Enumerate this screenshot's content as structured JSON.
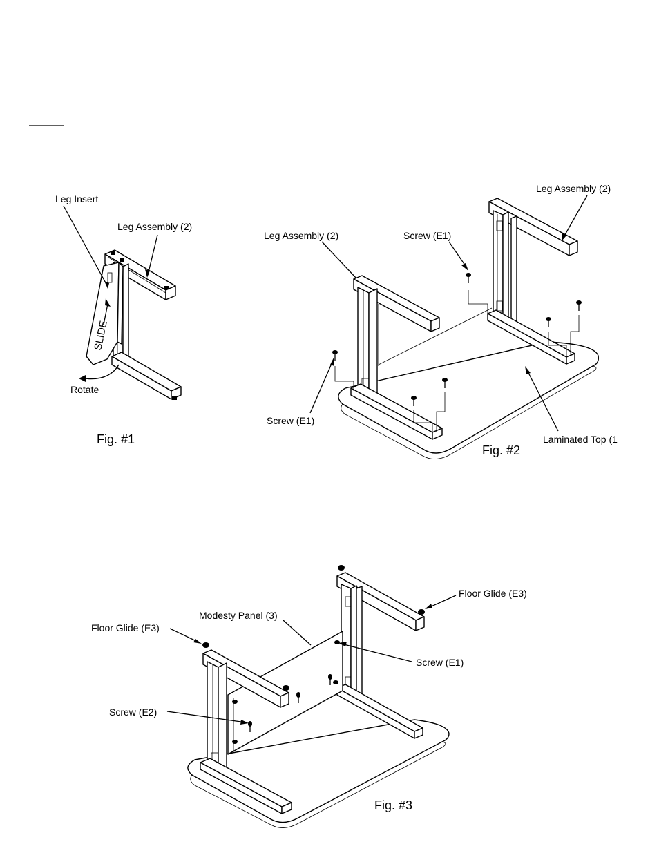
{
  "figures": {
    "fig1": {
      "caption": "Fig. #1",
      "labels": {
        "leg_insert": "Leg Insert",
        "leg_assembly": "Leg Assembly (2)",
        "slide": "SLIDE",
        "rotate": "Rotate"
      }
    },
    "fig2": {
      "caption": "Fig. #2",
      "labels": {
        "leg_assembly_right": "Leg Assembly (2)",
        "leg_assembly_left": "Leg Assembly (2)",
        "screw_top": "Screw (E1)",
        "screw_bottom": "Screw (E1)",
        "laminated_top": "Laminated Top (1"
      }
    },
    "fig3": {
      "caption": "Fig. #3",
      "labels": {
        "floor_glide_right": "Floor Glide (E3)",
        "floor_glide_left": "Floor Glide (E3)",
        "modesty_panel": "Modesty Panel (3)",
        "screw_e1": "Screw (E1)",
        "screw_e2": "Screw (E2)"
      }
    }
  }
}
